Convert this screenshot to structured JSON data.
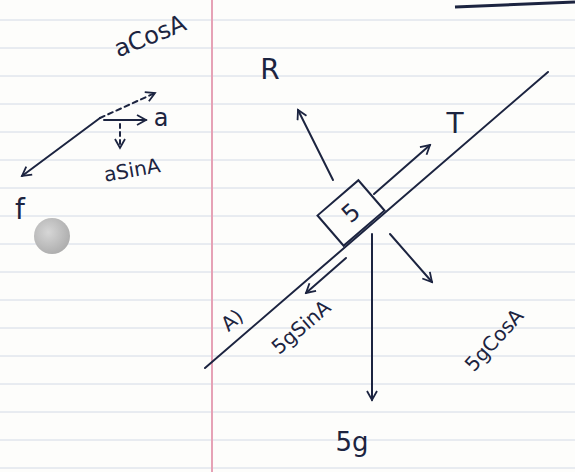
{
  "diagram": {
    "nodes": [
      {
        "text": [
          "5"
        ]
      }
    ],
    "labels": [
      "aCosA",
      "a",
      "aSinA",
      "f",
      "R",
      "T",
      "5gSinA",
      "A)",
      "5gCosA",
      "5g"
    ]
  }
}
